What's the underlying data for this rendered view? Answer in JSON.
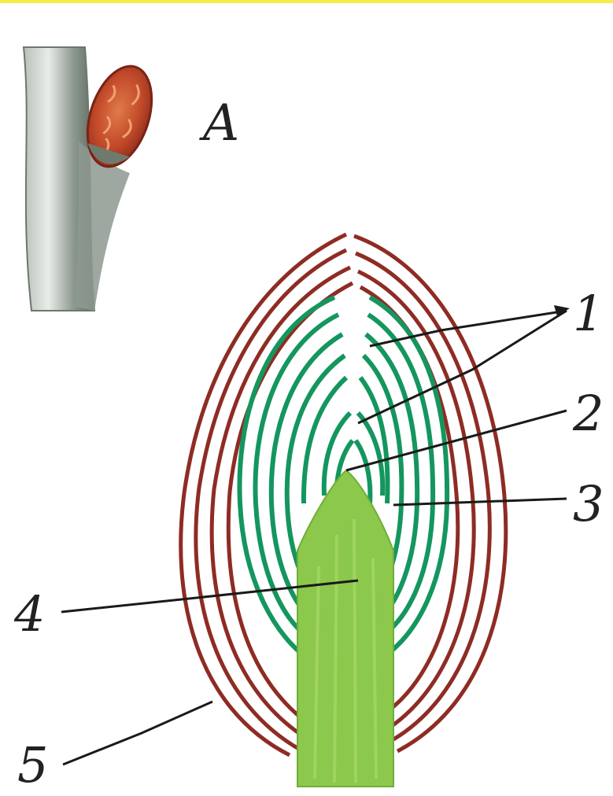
{
  "labels": {
    "figure": "A",
    "one": "1",
    "two": "2",
    "three": "3",
    "four": "4",
    "five": "5"
  },
  "colors": {
    "top_bar": "#f3ee48",
    "bud_scales": "#8e2c24",
    "leaf_primordia": "#14965f",
    "growth_cone": "#8cc84b",
    "twig": "#7f8c80",
    "bud": "#c24a2a",
    "leader_lines": "#1a1a1a",
    "label_text": "#222222"
  }
}
